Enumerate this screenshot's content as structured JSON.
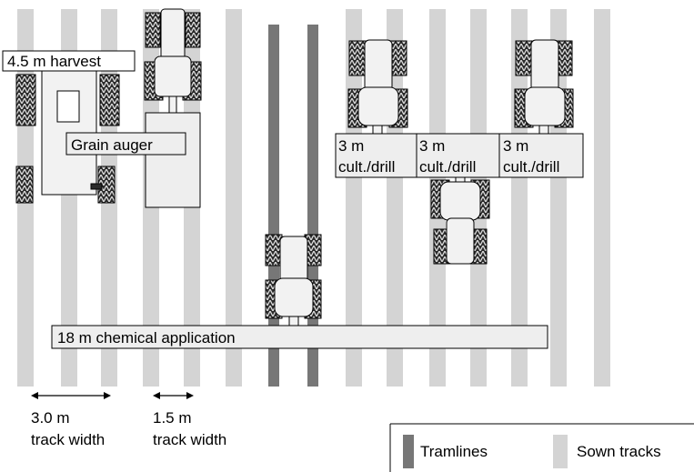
{
  "labels": {
    "harvest": "4.5 m harvest",
    "auger": "Grain auger",
    "drill_line1": "3 m",
    "drill_line2": "cult./drill",
    "chemical": "18 m chemical application",
    "track3_value": "3.0 m",
    "track3_caption": "track width",
    "track15_value": "1.5 m",
    "track15_caption": "track width"
  },
  "legend": {
    "tramlines": "Tramlines",
    "sown": "Sown tracks"
  },
  "colors": {
    "sown_track": "#d4d4d4",
    "tramline": "#777777",
    "implement_fill": "#eeeeee",
    "outline": "#000000",
    "tyre": "#2b2b2b"
  }
}
